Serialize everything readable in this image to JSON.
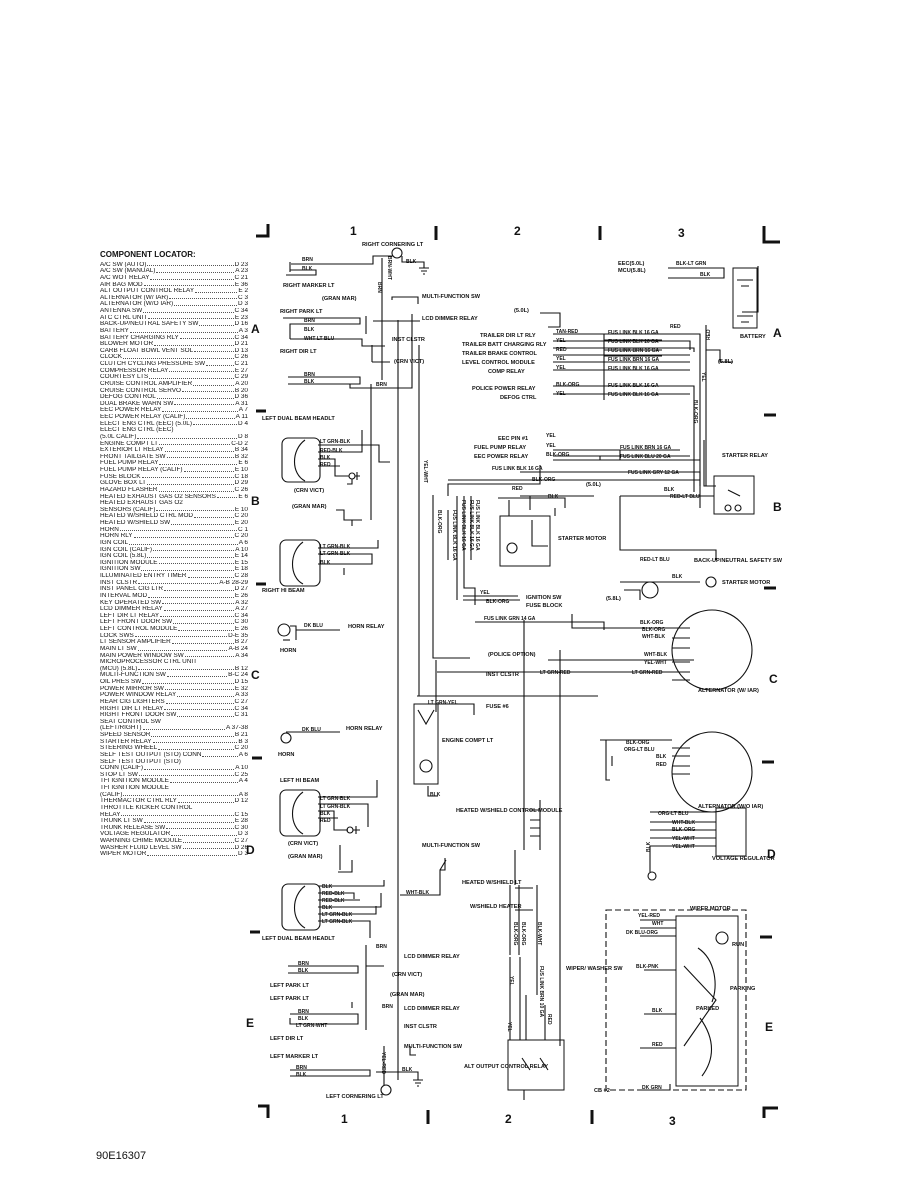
{
  "locator": {
    "title": "COMPONENT LOCATOR:",
    "items": [
      {
        "name": "A/C SW (AUTO)",
        "ref": "D 23"
      },
      {
        "name": "A/C SW (MANUAL)",
        "ref": "A 23"
      },
      {
        "name": "A/C WOT RELAY",
        "ref": "C 21"
      },
      {
        "name": "AIR BAG MOD",
        "ref": "E 36"
      },
      {
        "name": "ALT OUTPUT CONTROL RELAY",
        "ref": "E 2"
      },
      {
        "name": "ALTERNATOR (W/ IAR)",
        "ref": "C 3"
      },
      {
        "name": "ALTERNATOR (W/O IAR)",
        "ref": "D 3"
      },
      {
        "name": "ANTENNA SW",
        "ref": "C 34"
      },
      {
        "name": "ATC CTRL UNIT",
        "ref": "E 23"
      },
      {
        "name": "BACK-UP/NEUTRAL SAFETY SW",
        "ref": "D 16"
      },
      {
        "name": "BATTERY",
        "ref": "A 3"
      },
      {
        "name": "BATTERY CHARGING RLY",
        "ref": "C 34"
      },
      {
        "name": "BLOWER MOTOR",
        "ref": "D 21"
      },
      {
        "name": "CARB FLOAT BOWL VENT SOL",
        "ref": "D 13"
      },
      {
        "name": "CLOCK",
        "ref": "C 26"
      },
      {
        "name": "CLUTCH CYCLING PRESSURE SW",
        "ref": "C 21"
      },
      {
        "name": "COMPRESSOR RELAY",
        "ref": "E 27"
      },
      {
        "name": "COURTESY LTS",
        "ref": "C 29"
      },
      {
        "name": "CRUISE CONTROL AMPLIFIER",
        "ref": "A 20"
      },
      {
        "name": "CRUISE CONTROL SERVO",
        "ref": "B 20"
      },
      {
        "name": "DEFOG CONTROL",
        "ref": "D 36"
      },
      {
        "name": "DUAL BRAKE WARN SW",
        "ref": "A 31"
      },
      {
        "name": "EEC POWER RELAY",
        "ref": "A 7"
      },
      {
        "name": "EEC POWER RELAY (CALIF)",
        "ref": "A 11"
      },
      {
        "name": "ELECT ENG CTRL (EEC) (5.0L)",
        "ref": "D 4"
      },
      {
        "name": "ELECT ENG CTRL (EEC)",
        "ref": ""
      },
      {
        "name": "(5.0L CALIF)",
        "ref": "D 8"
      },
      {
        "name": "ENGINE COMPT LT",
        "ref": "C-D 2"
      },
      {
        "name": "EXTERIOR LT RELAY",
        "ref": "B 34"
      },
      {
        "name": "FRONT TAILGATE SW",
        "ref": "B 32"
      },
      {
        "name": "FUEL PUMP RELAY",
        "ref": "E 6"
      },
      {
        "name": "FUEL PUMP RELAY (CALIF)",
        "ref": "E 10"
      },
      {
        "name": "FUSE BLOCK",
        "ref": "C 18"
      },
      {
        "name": "GLOVE BOX LT",
        "ref": "D 29"
      },
      {
        "name": "HAZARD FLASHER",
        "ref": "C 26"
      },
      {
        "name": "HEATED EXHAUST GAS O2 SENSORS",
        "ref": "E 6"
      },
      {
        "name": "HEATED EXHAUST GAS O2",
        "ref": ""
      },
      {
        "name": "SENSORS (CALIF)",
        "ref": "E 10"
      },
      {
        "name": "HEATED W/SHIELD CTRL MOD",
        "ref": "C 20"
      },
      {
        "name": "HEATED W/SHIELD SW",
        "ref": "E 20"
      },
      {
        "name": "HORN",
        "ref": "C 1"
      },
      {
        "name": "HORN RLY",
        "ref": "C 20"
      },
      {
        "name": "IGN COIL",
        "ref": "A 6"
      },
      {
        "name": "IGN COIL (CALIF)",
        "ref": "A 10"
      },
      {
        "name": "IGN COIL (5.8L)",
        "ref": "E 14"
      },
      {
        "name": "IGNITION MODULE",
        "ref": "E 15"
      },
      {
        "name": "IGNITION SW",
        "ref": "E 18"
      },
      {
        "name": "ILLUMINATED ENTRY TIMER",
        "ref": "C 28"
      },
      {
        "name": "INST CLSTR",
        "ref": "A-B 28-29"
      },
      {
        "name": "INST PANEL CIG LTR",
        "ref": "D 27"
      },
      {
        "name": "INTERVAL MOD",
        "ref": "E 26"
      },
      {
        "name": "KEY OPERATED SW",
        "ref": "A 32"
      },
      {
        "name": "LCD DIMMER RELAY",
        "ref": "A 27"
      },
      {
        "name": "LEFT DIR LT RELAY",
        "ref": "C 34"
      },
      {
        "name": "LEFT FRONT DOOR SW",
        "ref": "C 30"
      },
      {
        "name": "LEFT CONTROL MODULE",
        "ref": "E 26"
      },
      {
        "name": "LOCK SWS",
        "ref": "D-E 35"
      },
      {
        "name": "LT SENSOR AMPLIFIER",
        "ref": "B 27"
      },
      {
        "name": "MAIN LT SW",
        "ref": "A-B 24"
      },
      {
        "name": "MAIN POWER WINDOW SW",
        "ref": "A 34"
      },
      {
        "name": "MICROPROCESSOR CTRL UNIT",
        "ref": ""
      },
      {
        "name": "(MCU) (5.8L)",
        "ref": "B 12"
      },
      {
        "name": "MULTI-FUNCTION SW",
        "ref": "B-C 24"
      },
      {
        "name": "OIL PRES SW",
        "ref": "D 15"
      },
      {
        "name": "POWER MIRROR SW",
        "ref": "E 32"
      },
      {
        "name": "POWER WINDOW RELAY",
        "ref": "A 33"
      },
      {
        "name": "REAR CIG LIGHTERS",
        "ref": "C 27"
      },
      {
        "name": "RIGHT DIR LT RELAY",
        "ref": "C 34"
      },
      {
        "name": "RIGHT FRONT DOOR SW",
        "ref": "C 31"
      },
      {
        "name": "SEAT CONTROL SW",
        "ref": ""
      },
      {
        "name": "(LEFT/RIGHT)",
        "ref": "A 37-38"
      },
      {
        "name": "SPEED SENSOR",
        "ref": "B 21"
      },
      {
        "name": "STARTER RELAY",
        "ref": "B 3"
      },
      {
        "name": "STEERING WHEEL",
        "ref": "C 20"
      },
      {
        "name": "SELF TEST OUTPUT (STO) CONN",
        "ref": "A 6"
      },
      {
        "name": "SELF TEST OUTPUT (STO)",
        "ref": ""
      },
      {
        "name": "CONN (CALIF)",
        "ref": "A 10"
      },
      {
        "name": "STOP LT SW",
        "ref": "C 25"
      },
      {
        "name": "TFI IGNITION MODULE",
        "ref": "A 4"
      },
      {
        "name": "TFI IGNITION MODULE",
        "ref": ""
      },
      {
        "name": "(CALIF)",
        "ref": "A 8"
      },
      {
        "name": "THERMACTOR CTRL RLY",
        "ref": "D 12"
      },
      {
        "name": "THROTTLE KICKER CONTROL",
        "ref": ""
      },
      {
        "name": "RELAY",
        "ref": "C 15"
      },
      {
        "name": "TRUNK LT SW",
        "ref": "E 28"
      },
      {
        "name": "TRUNK RELEASE SW",
        "ref": "C 30"
      },
      {
        "name": "VOLTAGE REGULATOR",
        "ref": "D 3"
      },
      {
        "name": "WARNING CHIME MODULE",
        "ref": "C 27"
      },
      {
        "name": "WASHER FLUID LEVEL SW",
        "ref": "D 26"
      },
      {
        "name": "WIPER MOTOR",
        "ref": "D 3"
      }
    ]
  },
  "zones": {
    "columns": [
      "1",
      "2",
      "3"
    ],
    "rows": [
      "A",
      "B",
      "C",
      "D",
      "E"
    ]
  },
  "figure_code": "90E16307",
  "labels": {
    "right_cornering_lt": "RIGHT CORNERING LT",
    "right_marker_lt": "RIGHT MARKER LT",
    "gran_mar": "(GRAN MAR)",
    "right_park_lt": "RIGHT PARK LT",
    "right_dir_lt": "RIGHT DIR LT",
    "multi_function_sw": "MULTI-FUNCTION SW",
    "lcd_dimmer_relay": "LCD DIMMER RELAY",
    "inst_clstr": "INST CLSTR",
    "crn_vict": "(CRN VICT)",
    "left_dual_beam_headlt": "LEFT DUAL BEAM HEADLT",
    "right_hi_beam": "RIGHT HI BEAM",
    "horn": "HORN",
    "horn_relay": "HORN RELAY",
    "left_hi_beam": "LEFT HI BEAM",
    "left_park_lt": "LEFT PARK LT",
    "left_dir_lt": "LEFT DIR LT",
    "left_marker_lt": "LEFT MARKER LT",
    "left_cornering_lt": "LEFT CORNERING LT",
    "battery": "BATTERY",
    "starter_relay": "STARTER RELAY",
    "starter_motor": "STARTER MOTOR",
    "back_up_neutral_safety_sw": "BACK-UP/NEUTRAL SAFETY SW",
    "ignition_sw": "IGNITION SW",
    "fuse_block": "FUSE BLOCK",
    "police_option": "(POLICE OPTION)",
    "alternator_w_iar": "ALTERNATOR (W/ IAR)",
    "alternator_wo_iar": "ALTERNATOR (W/O IAR)",
    "fuse_6": "FUSE #6",
    "engine_compt_lt": "ENGINE COMPT LT",
    "heated_wshield_control_module": "HEATED W/SHIELD CONTROL MODULE",
    "voltage_regulator": "VOLTAGE REGULATOR",
    "heated_wshield_lt": "HEATED W/SHIELD LT",
    "wshield_heater": "W/SHIELD HEATER",
    "wiper_motor": "WIPER MOTOR",
    "run": "RUN",
    "parking": "PARKING",
    "parked": "PARKED",
    "wiper_washer_sw": "WIPER/ WASHER SW",
    "cb_2": "CB #2",
    "alt_output_control_relay": "ALT OUTPUT CONTROL RELAY",
    "eec_5_0l": "EEC(5.0L)",
    "mcu_5_8l": "MCU(5.8L)",
    "label_5_0l": "(5.0L)",
    "label_5_8l": "(5.8L)",
    "trailer_dir_lt_rly": "TRAILER DIR LT RLY",
    "trailer_batt_charging_rly": "TRAILER BATT CHARGING RLY",
    "trailer_brake_control": "TRAILER BRAKE CONTROL",
    "level_control_module": "LEVEL CONTROL MODULE",
    "comp_relay": "COMP RELAY",
    "police_power_relay": "POLICE POWER RELAY",
    "defog_ctrl": "DEFOG CTRL",
    "eec_pin_1": "EEC PIN #1",
    "fuel_pump_relay": "FUEL PUMP RELAY",
    "eec_power_relay": "EEC POWER RELAY"
  },
  "wires": {
    "brn": "BRN",
    "blk": "BLK",
    "red": "RED",
    "yel": "YEL",
    "brn_wht": "BRN-WHT",
    "wht_lt_blu": "WHT-LT BLU",
    "lt_grn_blk": "LT GRN-BLK",
    "red_blk": "RED-BLK",
    "dk_blu": "DK BLU",
    "lt_grn_wht": "LT GRN-WHT",
    "lt_grn_yel": "LT GRN-YEL",
    "blk_lt_grn": "BLK-LT GRN",
    "tan_red": "TAN-RED",
    "blk_org": "BLK-ORG",
    "red_lt_blu": "RED-LT BLU",
    "wht_blk": "WHT-BLK",
    "yel_wht": "YEL-WHT",
    "lt_grn_red": "LT GRN-RED",
    "org_lt_blu": "ORG-LT BLU",
    "blk_pnk": "BLK-PNK",
    "dk_blu_org": "DK BLU-ORG",
    "wht": "WHT",
    "yel_red": "YEL-RED",
    "dk_grn": "DK GRN",
    "blk_wht": "BLK-WHT",
    "fl_blk_16": "FUS LINK BLK 16 GA",
    "fl_brn_16": "FUS LINK BRN 16 GA",
    "fl_blu_20": "FUS LINK BLU 20 GA",
    "fl_gry_12": "FUS LINK GRY 12 GA",
    "fl_grn_14": "FUS LINK GRN 14 GA",
    "fl_brn_10": "FUS LINK BRN 10 GA"
  }
}
